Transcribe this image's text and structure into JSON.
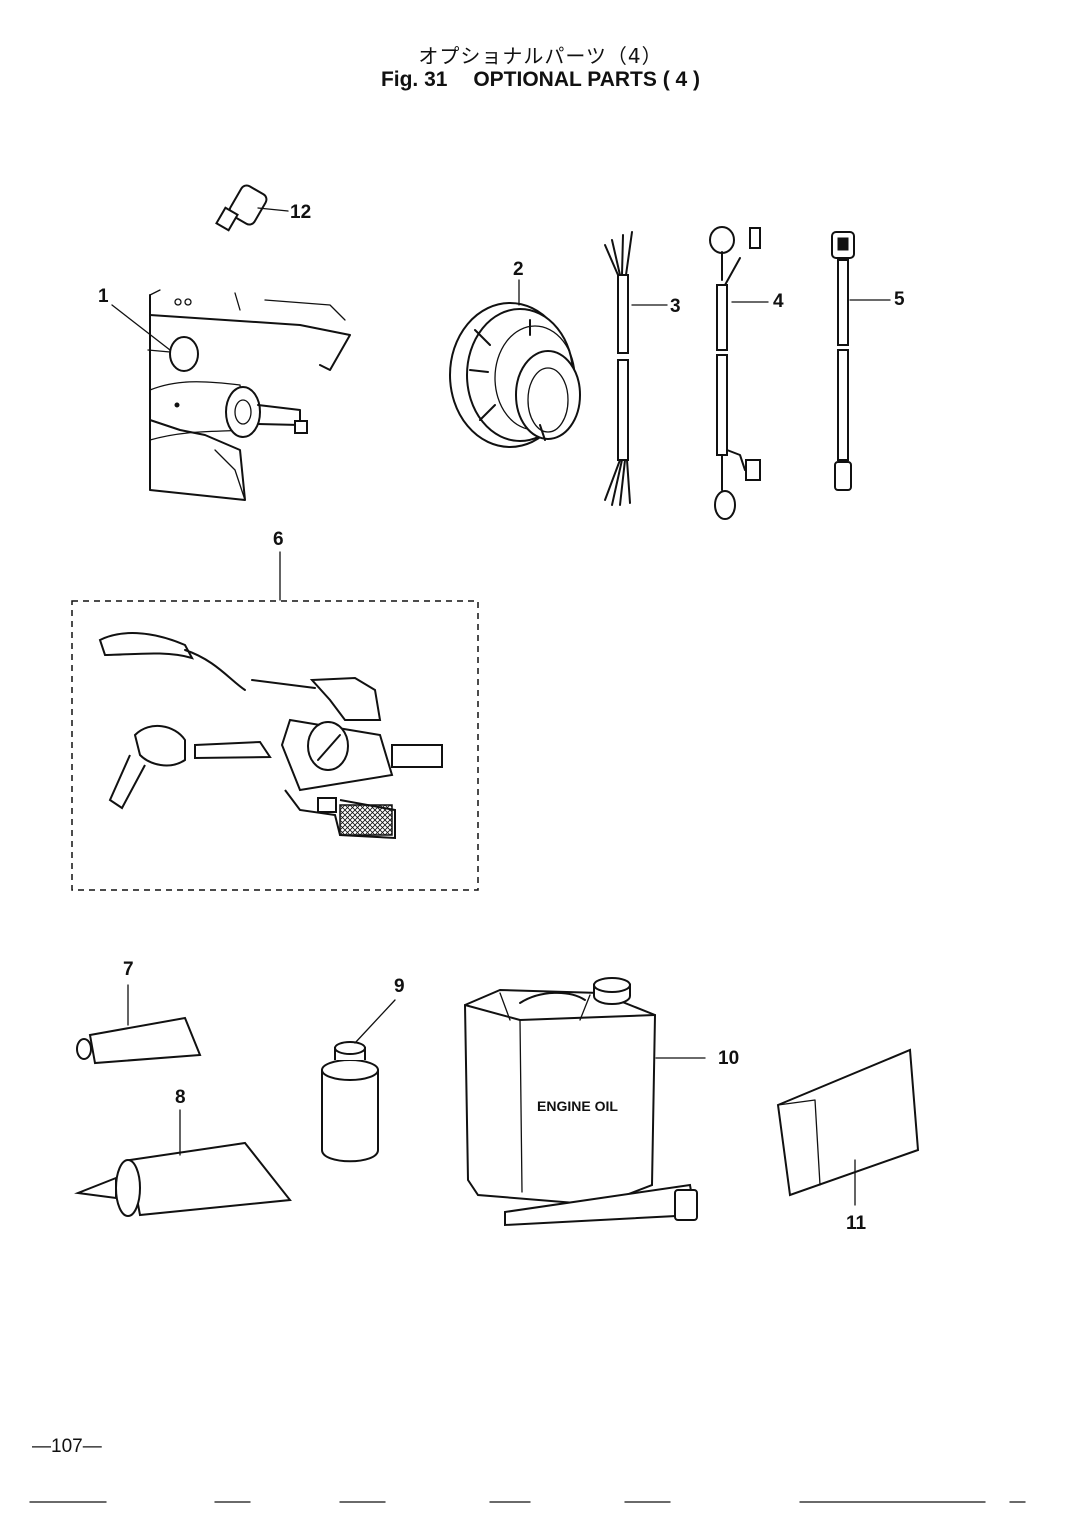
{
  "header": {
    "title_jp": "オプショナルパーツ（4）",
    "fig_label": "Fig. 31",
    "title_en": "OPTIONAL PARTS ( 4 )"
  },
  "callouts": {
    "c1": "1",
    "c2": "2",
    "c3": "3",
    "c4": "4",
    "c5": "5",
    "c6": "6",
    "c7": "7",
    "c8": "8",
    "c9": "9",
    "c10": "10",
    "c11": "11",
    "c12": "12"
  },
  "labels": {
    "engine_oil_can": "ENGINE OIL"
  },
  "footer": {
    "page_number": "—107—"
  }
}
